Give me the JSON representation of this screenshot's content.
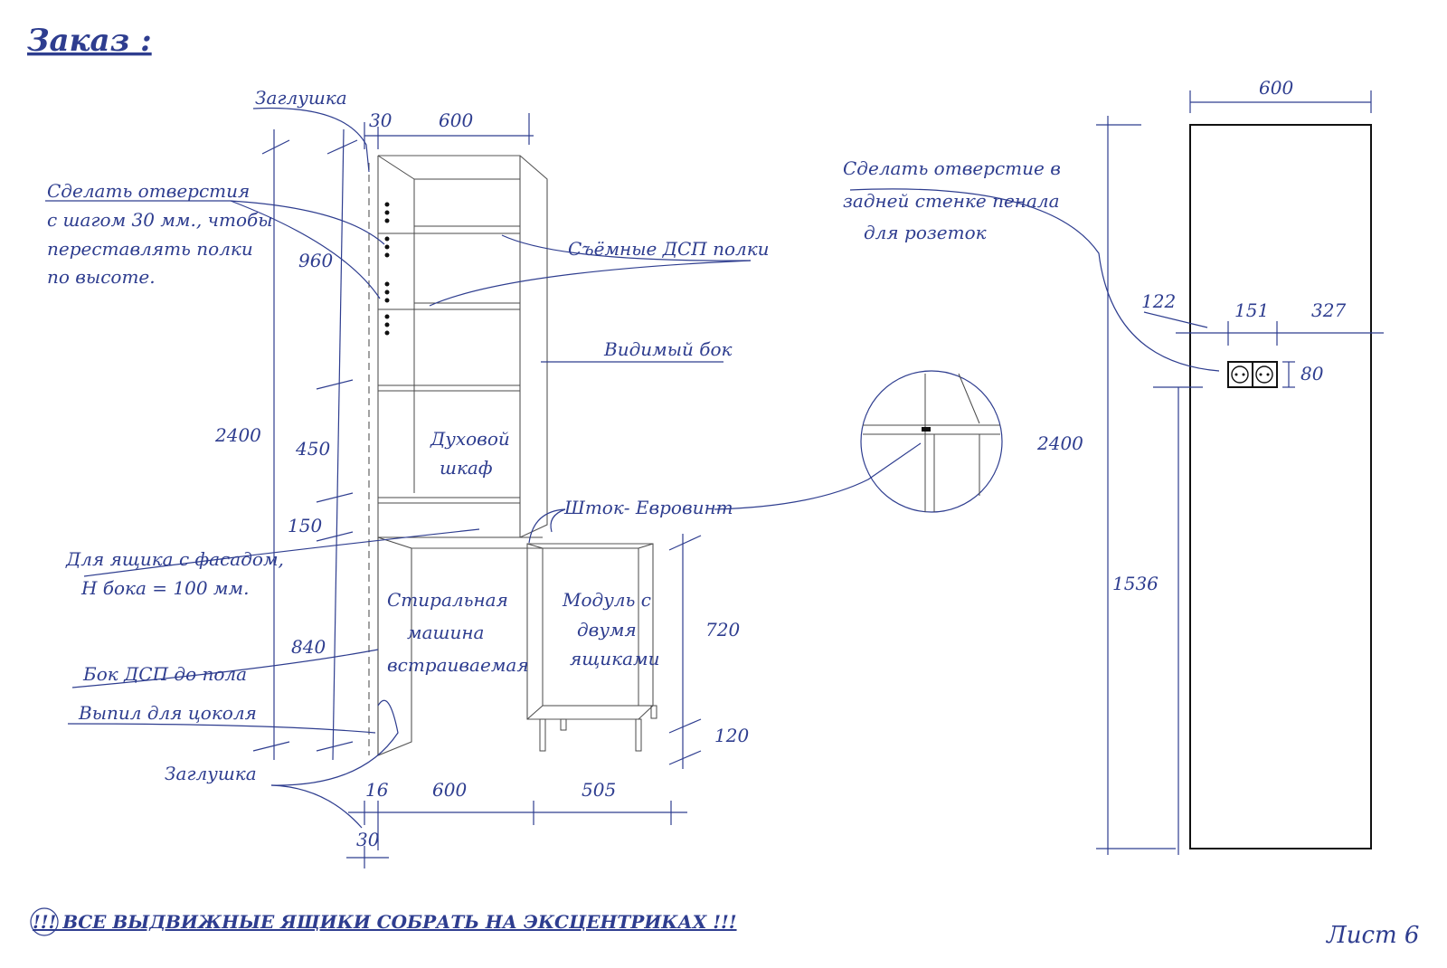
{
  "title": "Заказ :",
  "notes": {
    "cap_top": "Заглушка",
    "holes": [
      "Сделать отверстия",
      "с шагом 30 мм., чтобы",
      "переставлять полки",
      "по высоте."
    ],
    "shelves": "Съёмные ДСП полки",
    "visible_side": "Видимый бок",
    "oven": [
      "Духовой",
      "шкаф"
    ],
    "rod": "Шток- Евровинт",
    "drawer_side": [
      "Для ящика с фасадом,",
      "Н бока = 100 мм."
    ],
    "washer": [
      "Стиральная",
      "машина",
      "встраиваемая"
    ],
    "module": [
      "Модуль с",
      "двумя",
      "ящиками"
    ],
    "side_floor": "Бок ДСП до пола",
    "plinth_cut": "Выпил для цоколя",
    "cap_bottom": "Заглушка",
    "socket_hole": [
      "Сделать отверстие в",
      "задней стенке пенала",
      "для розеток"
    ]
  },
  "dims": {
    "top_cap": "30",
    "top_width": "600",
    "h960": "960",
    "h2400_left": "2400",
    "h450": "450",
    "h150": "150",
    "h840": "840",
    "h720": "720",
    "h120": "120",
    "b16": "16",
    "b600": "600",
    "b505": "505",
    "b30": "30",
    "r600": "600",
    "r2400": "2400",
    "r1536": "1536",
    "r122": "122",
    "r151": "151",
    "r327": "327",
    "r80": "80"
  },
  "footer": "!!! ВСЕ ВЫДВИЖНЫЕ ЯЩИКИ СОБРАТЬ НА ЭКСЦЕНТРИКАХ !!!",
  "sheet_label": "Лист 6",
  "colors": {
    "ink": "#2e3d8f",
    "drawing": "#555555",
    "marker": "#111111"
  }
}
